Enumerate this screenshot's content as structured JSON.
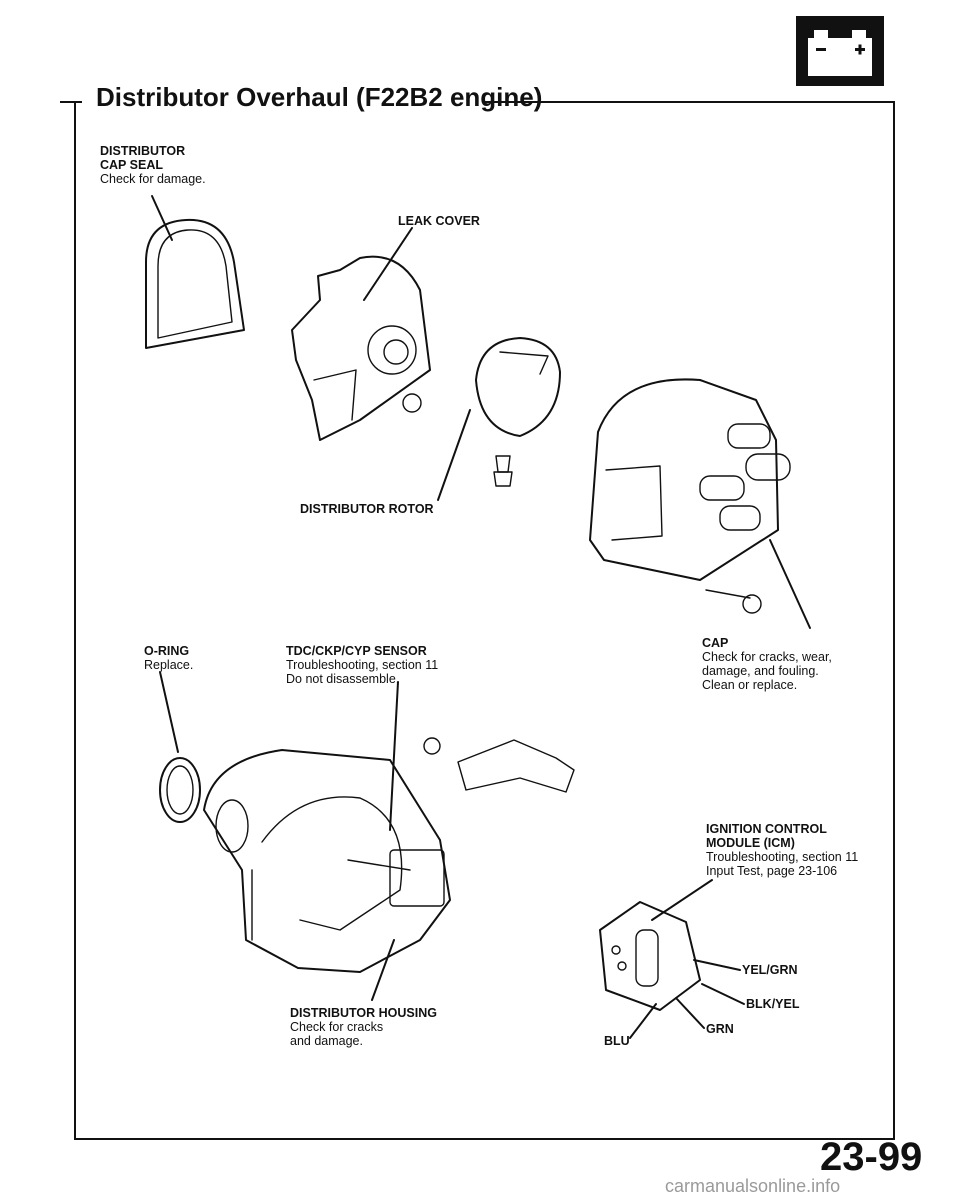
{
  "header": {
    "title": "Distributor Overhaul (F22B2 engine)",
    "battery_icon": "battery-icon"
  },
  "labels": {
    "cap_seal": {
      "name": "DISTRIBUTOR\nCAP SEAL",
      "note": "Check for damage."
    },
    "leak_cover": {
      "name": "LEAK COVER"
    },
    "rotor": {
      "name": "DISTRIBUTOR ROTOR"
    },
    "o_ring": {
      "name": "O-RING",
      "note": "Replace."
    },
    "sensor": {
      "name": "TDC/CKP/CYP SENSOR",
      "note": "Troubleshooting, section 11\nDo not disassemble."
    },
    "cap": {
      "name": "CAP",
      "note": "Check for cracks, wear,\ndamage, and fouling.\nClean or replace."
    },
    "icm": {
      "name": "IGNITION CONTROL\nMODULE (ICM)",
      "note": "Troubleshooting, section 11\nInput Test, page 23-106"
    },
    "housing": {
      "name": "DISTRIBUTOR HOUSING",
      "note": "Check for cracks\nand damage."
    }
  },
  "wires": {
    "yel_grn": "YEL/GRN",
    "blk_yel": "BLK/YEL",
    "grn": "GRN",
    "blu": "BLU"
  },
  "footer": {
    "page_number": "23-99",
    "watermark": "carmanualsonline.info"
  }
}
